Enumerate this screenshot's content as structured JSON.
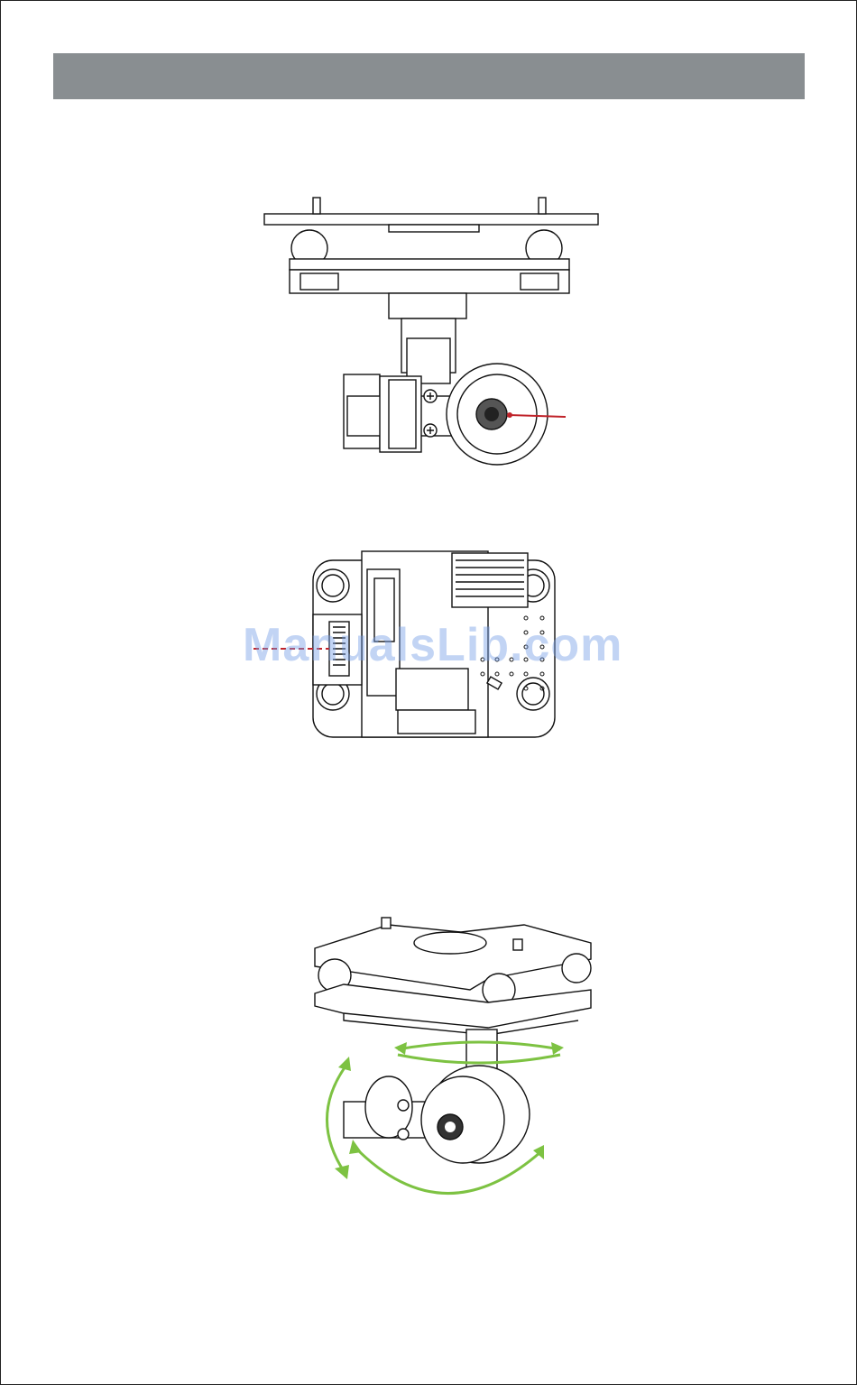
{
  "header": {
    "title": ""
  },
  "watermark": {
    "text": "ManualsLib.com"
  },
  "colors": {
    "header_bar": "#898e91",
    "pointer_red": "#c0242b",
    "rotation_green": "#7dc242",
    "watermark_blue": "#78a0e6"
  },
  "figures": [
    {
      "id": "gimbal-front-view",
      "icon": "gimbal-front-drawing"
    },
    {
      "id": "gimbal-bottom-view",
      "icon": "gimbal-bottom-drawing"
    },
    {
      "id": "gimbal-isometric-view",
      "icon": "gimbal-rotation-drawing"
    }
  ]
}
